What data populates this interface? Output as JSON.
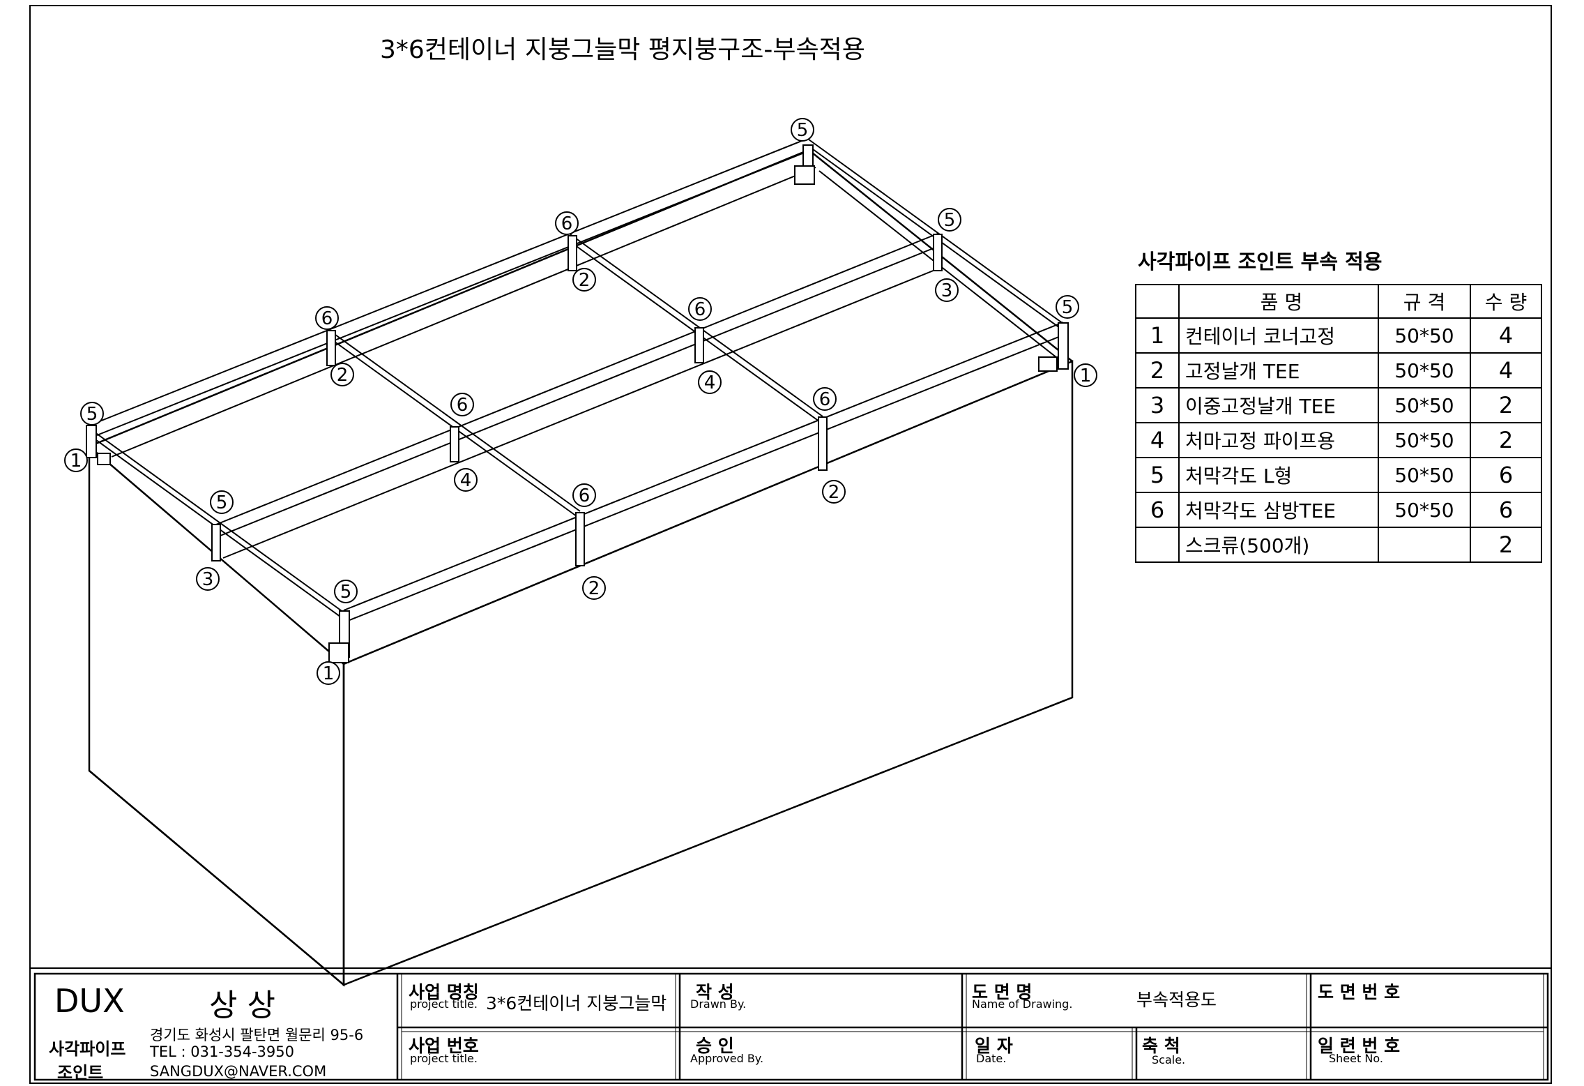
{
  "drawing_title": "3*6컨테이너 지붕그늘막 평지붕구조-부속적용",
  "parts_table": {
    "title": "사각파이프 조인트 부속 적용",
    "headers": [
      "",
      "품      명",
      "규    격",
      "수  량"
    ],
    "rows": [
      {
        "no": "1",
        "name": "컨테이너 코너고정",
        "spec": "50*50",
        "qty": "4"
      },
      {
        "no": "2",
        "name": "고정날개 TEE",
        "spec": "50*50",
        "qty": "4"
      },
      {
        "no": "3",
        "name": "이중고정날개 TEE",
        "spec": "50*50",
        "qty": "2"
      },
      {
        "no": "4",
        "name": "처마고정 파이프용",
        "spec": "50*50",
        "qty": "2"
      },
      {
        "no": "5",
        "name": "처막각도 L형",
        "spec": "50*50",
        "qty": "6"
      },
      {
        "no": "6",
        "name": "처막각도 삼방TEE",
        "spec": "50*50",
        "qty": "6"
      },
      {
        "no": "",
        "name": "스크류(500개)",
        "spec": "",
        "qty": "2"
      }
    ]
  },
  "callouts": [
    {
      "n": "5"
    },
    {
      "n": "6"
    },
    {
      "n": "5"
    },
    {
      "n": "5"
    },
    {
      "n": "6"
    },
    {
      "n": "6"
    },
    {
      "n": "5"
    },
    {
      "n": "6"
    },
    {
      "n": "6"
    },
    {
      "n": "5"
    },
    {
      "n": "6"
    },
    {
      "n": "5"
    },
    {
      "n": "1"
    },
    {
      "n": "1"
    },
    {
      "n": "1"
    },
    {
      "n": "2"
    },
    {
      "n": "2"
    },
    {
      "n": "2"
    },
    {
      "n": "2"
    },
    {
      "n": "3"
    },
    {
      "n": "3"
    },
    {
      "n": "4"
    },
    {
      "n": "4"
    }
  ],
  "title_block": {
    "company": "DUX",
    "company_kr": "상 상",
    "product_line1": "사각파이프",
    "product_line2": "조인트",
    "address": "경기도 화성시 팔탄면 월문리 95-6",
    "tel": "TEL : 031-354-3950",
    "email": "SANGDUX@NAVER.COM",
    "project_name_label": "사업 명칭",
    "project_name_sub": "project title.",
    "project_name_value": "3*6컨테이너 지붕그늘막",
    "project_no_label": "사업 번호",
    "project_no_sub": "project title.",
    "drawn_label": "작   성",
    "drawn_sub": "Drawn By.",
    "approved_label": "승   인",
    "approved_sub": "Approved By.",
    "drawing_name_label": "도  면  명",
    "drawing_name_sub": "Name of Drawing.",
    "drawing_name_value": "부속적용도",
    "date_label": "일  자",
    "date_sub": "Date.",
    "scale_label": "축  척",
    "scale_sub": "Scale.",
    "drawing_no_label": "도 면 번 호",
    "sheet_no_label": "일 련 번 호",
    "sheet_no_sub": "Sheet No."
  }
}
